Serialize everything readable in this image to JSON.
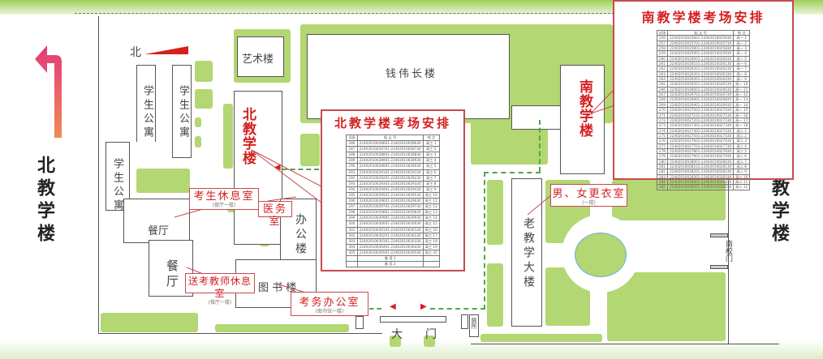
{
  "side_labels": {
    "left": "北教学楼",
    "right": "南教学楼"
  },
  "compass": "北",
  "buildings": {
    "art": "艺术楼",
    "qian": "钱伟长楼",
    "dorm": "学生公寓",
    "north_teaching": "北教学楼",
    "south_teaching": "南教学楼",
    "office": "办公楼",
    "canteen": "餐厅",
    "library": "图 书 楼",
    "old_teaching": "老教学大楼",
    "south_gate": "南校门",
    "main_gate_1": "大",
    "main_gate_2": "门",
    "toilet": "厕所"
  },
  "callouts": {
    "student_rest": {
      "title": "考生休息室",
      "sub": "(餐厅一楼)"
    },
    "clinic": {
      "title": "医务室"
    },
    "teacher_rest": {
      "title": "送考教师休息室",
      "sub": "(餐厅一楼)"
    },
    "exam_office": {
      "title": "考务办公室",
      "sub": "(图书馆一楼)"
    },
    "locker": {
      "title": "男、女更衣室",
      "sub": "(一楼)"
    }
  },
  "north_table": {
    "title": "北教学楼考场安排",
    "headers": [
      "试场",
      "起 止 号",
      "地 点"
    ],
    "rows": [
      [
        "286",
        "22402010028601-22402010028630",
        "高三 1"
      ],
      [
        "287",
        "22402010028701-22402010028730",
        "高三 2"
      ],
      [
        "288",
        "22402010028801-22402010028830",
        "高三 3"
      ],
      [
        "289",
        "22402010028901-22402010028930",
        "高三 4"
      ],
      [
        "290",
        "22402010029001-22402010029030",
        "高三 5"
      ],
      [
        "291",
        "22402010029101-22402010029130",
        "高三 6"
      ],
      [
        "292",
        "22402010029201-22402010029230",
        "高三 7"
      ],
      [
        "293",
        "22402010029301-22402010029330",
        "高三 8"
      ],
      [
        "294",
        "22402010029401-22402010029430",
        "高三 9"
      ],
      [
        "295",
        "22402010029501-22402010029530",
        "高三 10"
      ],
      [
        "296",
        "22402010029601-22402010029630",
        "高三 11"
      ],
      [
        "297",
        "22402010029701-22402010029730",
        "高三 12"
      ],
      [
        "298",
        "22402010029801-22402010029830",
        "高三 13"
      ],
      [
        "299",
        "22402010029901-22402010029930",
        "高三 14"
      ],
      [
        "300",
        "22402010030001-22402010030030",
        "高三 15"
      ],
      [
        "301",
        "22402010030101-22402010030130",
        "高三 16"
      ],
      [
        "302",
        "22402010030201-22402010030230",
        "高三 17"
      ],
      [
        "303",
        "22402010030301-22402010030330",
        "高三 18"
      ],
      [
        "304",
        "22402010030401-22402010030430",
        "高三 19"
      ],
      [
        "305",
        "22402010030501-22402010030530",
        "高三 20"
      ],
      [
        "",
        "备 用 1",
        ""
      ],
      [
        "",
        "备 用 2",
        ""
      ]
    ]
  },
  "south_table": {
    "title": "南教学楼考场安排",
    "headers": [
      "试场",
      "起 止 号",
      "地 点"
    ],
    "rows": [
      [
        "256",
        "22402010025601-22402010025630",
        "高一 1"
      ],
      [
        "257",
        "22402010025701-22402010025730",
        "高一 2"
      ],
      [
        "258",
        "22402010025801-22402010025830",
        "高一 3"
      ],
      [
        "259",
        "22402010025901-22402010025930",
        "高一 4"
      ],
      [
        "260",
        "22402010026001-22402010026030",
        "高一 5"
      ],
      [
        "261",
        "22402010026101-22402010026130",
        "高一 6"
      ],
      [
        "262",
        "22402010026201-22402010026230",
        "高一 7"
      ],
      [
        "263",
        "22402010026301-22402010026330",
        "高一 8"
      ],
      [
        "264",
        "22402010026401-22402010026430",
        "高一 9"
      ],
      [
        "265",
        "22402010026501-22402010026530",
        "高一 10"
      ],
      [
        "266",
        "22402010026601-22402010026630",
        "高一 11"
      ],
      [
        "267",
        "22402010026701-22402010026730",
        "高一 12"
      ],
      [
        "268",
        "22402010026801-22402010026830",
        "高一 13"
      ],
      [
        "269",
        "22402010026901-22402010026930",
        "高一 14"
      ],
      [
        "270",
        "22402010027001-22402010027030",
        "高一 15"
      ],
      [
        "271",
        "22402010027101-22402010027130",
        "高一 16"
      ],
      [
        "272",
        "22402010027201-22402010027230",
        "高一 17"
      ],
      [
        "273",
        "22402010027301-22402010027330",
        "高一 18"
      ],
      [
        "274",
        "22402010027401-22402010027430",
        "高二 1"
      ],
      [
        "275",
        "22402010027501-22402010027530",
        "高二 2"
      ],
      [
        "276",
        "22402010027601-22402010027630",
        "高二 3"
      ],
      [
        "277",
        "22402010027701-22402010027730",
        "高二 4"
      ],
      [
        "278",
        "22402010027801-22402010027830",
        "高二 5"
      ],
      [
        "279",
        "22402010027901-22402010027930",
        "高二 6"
      ],
      [
        "280",
        "22402010028001-22402010028030",
        "高二 7"
      ],
      [
        "281",
        "22402010028101-22402010028130",
        "高二 8"
      ],
      [
        "282",
        "22402010028201-22402010028230",
        "高二 9"
      ],
      [
        "283",
        "22402010028301-22402010028330",
        "高二 10"
      ],
      [
        "284",
        "22402010028401-22402010028430",
        "高二 11"
      ],
      [
        "285",
        "22402010028501-22402010028530",
        "高二 12"
      ]
    ]
  },
  "colors": {
    "green": "#b3d772",
    "red": "#d42020",
    "path": "#4ea84a"
  }
}
